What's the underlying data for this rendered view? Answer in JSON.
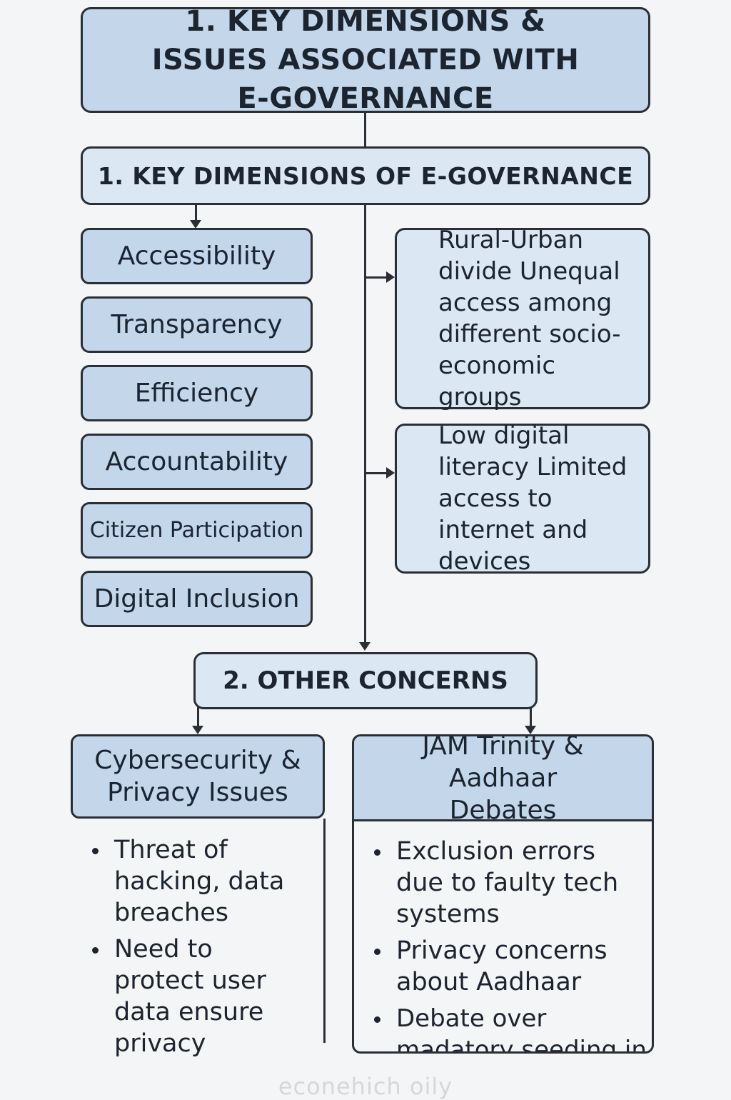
{
  "title": "1. KEY DIMENSIONS & ISSUES ASSOCIATED WITH E-GOVERNANCE",
  "section1": {
    "heading": "1. KEY DIMENSIONS OF E-GOVERNANCE",
    "dimensions": [
      "Accessibility",
      "Transparency",
      "Efficiency",
      "Accountability",
      "Citizen Participation",
      "Digital Inclusion"
    ],
    "issues": [
      "Rural-Urban divide Unequal access among different socio-economic groups",
      "Low digital literacy Limited access to internet and devices"
    ]
  },
  "section2": {
    "heading": "2. OTHER CONCERNS",
    "panels": [
      {
        "title": "Cybersecurity & Privacy Issues",
        "bullets": [
          "Threat of hacking, data breaches",
          "Need to protect user data ensure privacy"
        ]
      },
      {
        "title": "JAM Trinity & Aadhaar Debates",
        "bullets": [
          "Exclusion errors due to faulty tech systems",
          "Privacy concerns about Aadhaar",
          "Debate over madatory seeding in govt systems"
        ]
      }
    ]
  },
  "watermark": "econehich oily",
  "colors": {
    "box_fill": "#c3d6ea",
    "box_fill_light": "#dbe7f3",
    "stroke": "#2a2f36",
    "background": "#f4f5f7"
  }
}
